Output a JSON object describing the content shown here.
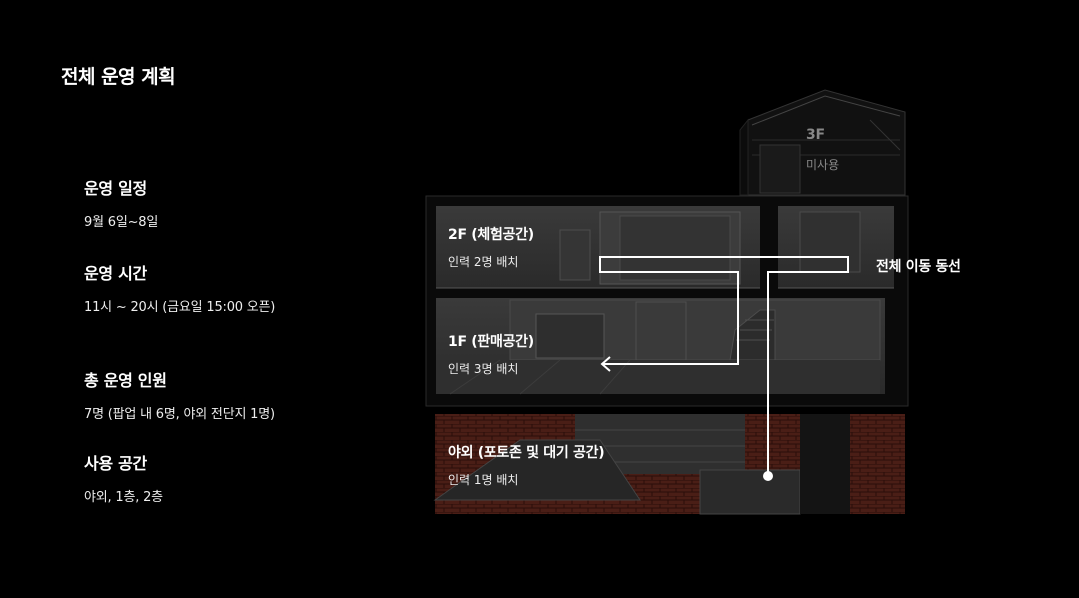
{
  "title": "전체 운영 계획",
  "info": {
    "schedule": {
      "heading": "운영 일정",
      "value": "9월 6일~8일"
    },
    "hours": {
      "heading": "운영 시간",
      "value": "11시 ~ 20시 (금요일 15:00 오픈)"
    },
    "staff": {
      "heading": "총 운영 인원",
      "value": "7명 (팝업 내 6명, 야외 전단지 1명)"
    },
    "space": {
      "heading": "사용 공간",
      "value": "야외, 1층, 2층"
    }
  },
  "floors": {
    "f3": {
      "label": "3F",
      "sub": "미사용"
    },
    "f2": {
      "label": "2F (체험공간)",
      "sub": "인력 2명 배치"
    },
    "f1": {
      "label": "1F (판매공간)",
      "sub": "인력 3명 배치"
    },
    "outdoor": {
      "label": "야외 (포토존 및 대기 공간)",
      "sub": "인력 1명 배치"
    }
  },
  "route_label": "전체 이동 동선",
  "colors": {
    "background": "#000000",
    "text": "#ffffff",
    "route": "#ffffff",
    "brick": "#5a2a20"
  }
}
